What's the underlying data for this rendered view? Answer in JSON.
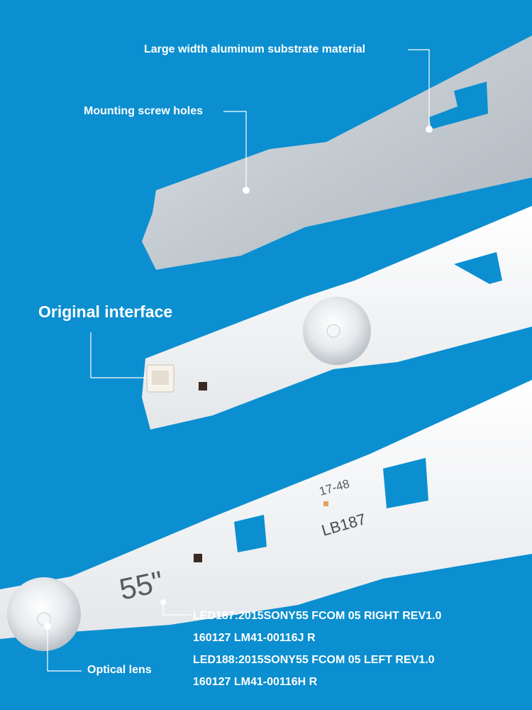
{
  "labels": {
    "substrate": "Large width aluminum substrate material",
    "screw_holes": "Mounting screw holes",
    "interface": "Original interface",
    "optical_lens": "Optical lens"
  },
  "strip_markings": {
    "size": "55\"",
    "model": "LB187",
    "code": "17-48"
  },
  "part_lines": [
    "LED187:2015SONY55 FCOM 05 RIGHT REV1.0",
    "160127 LM41-00116J R",
    "LED188:2015SONY55 FCOM 05 LEFT REV1.0",
    "160127 LM41-00116H R"
  ],
  "colors": {
    "background": "#0b8fd0",
    "aluminum": "#c9d0d6",
    "strip_white": "#f3f4f6",
    "label_text": "#ffffff"
  }
}
